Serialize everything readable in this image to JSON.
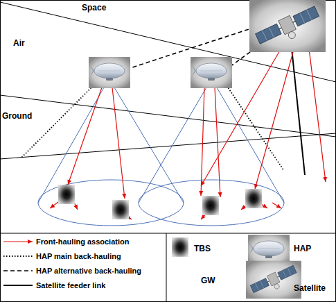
{
  "diagram": {
    "labels": [
      "Space",
      "Air",
      "Ground"
    ],
    "legend": [
      {
        "text": "Front-hauling association"
      },
      {
        "text": "HAP main back-hauling"
      },
      {
        "text": "HAP alternative back-hauling"
      },
      {
        "text": "Satellite feeder link"
      },
      {
        "text": "TBS"
      },
      {
        "text": "HAP"
      },
      {
        "text": "GW"
      },
      {
        "text": "Satellite"
      }
    ]
  }
}
